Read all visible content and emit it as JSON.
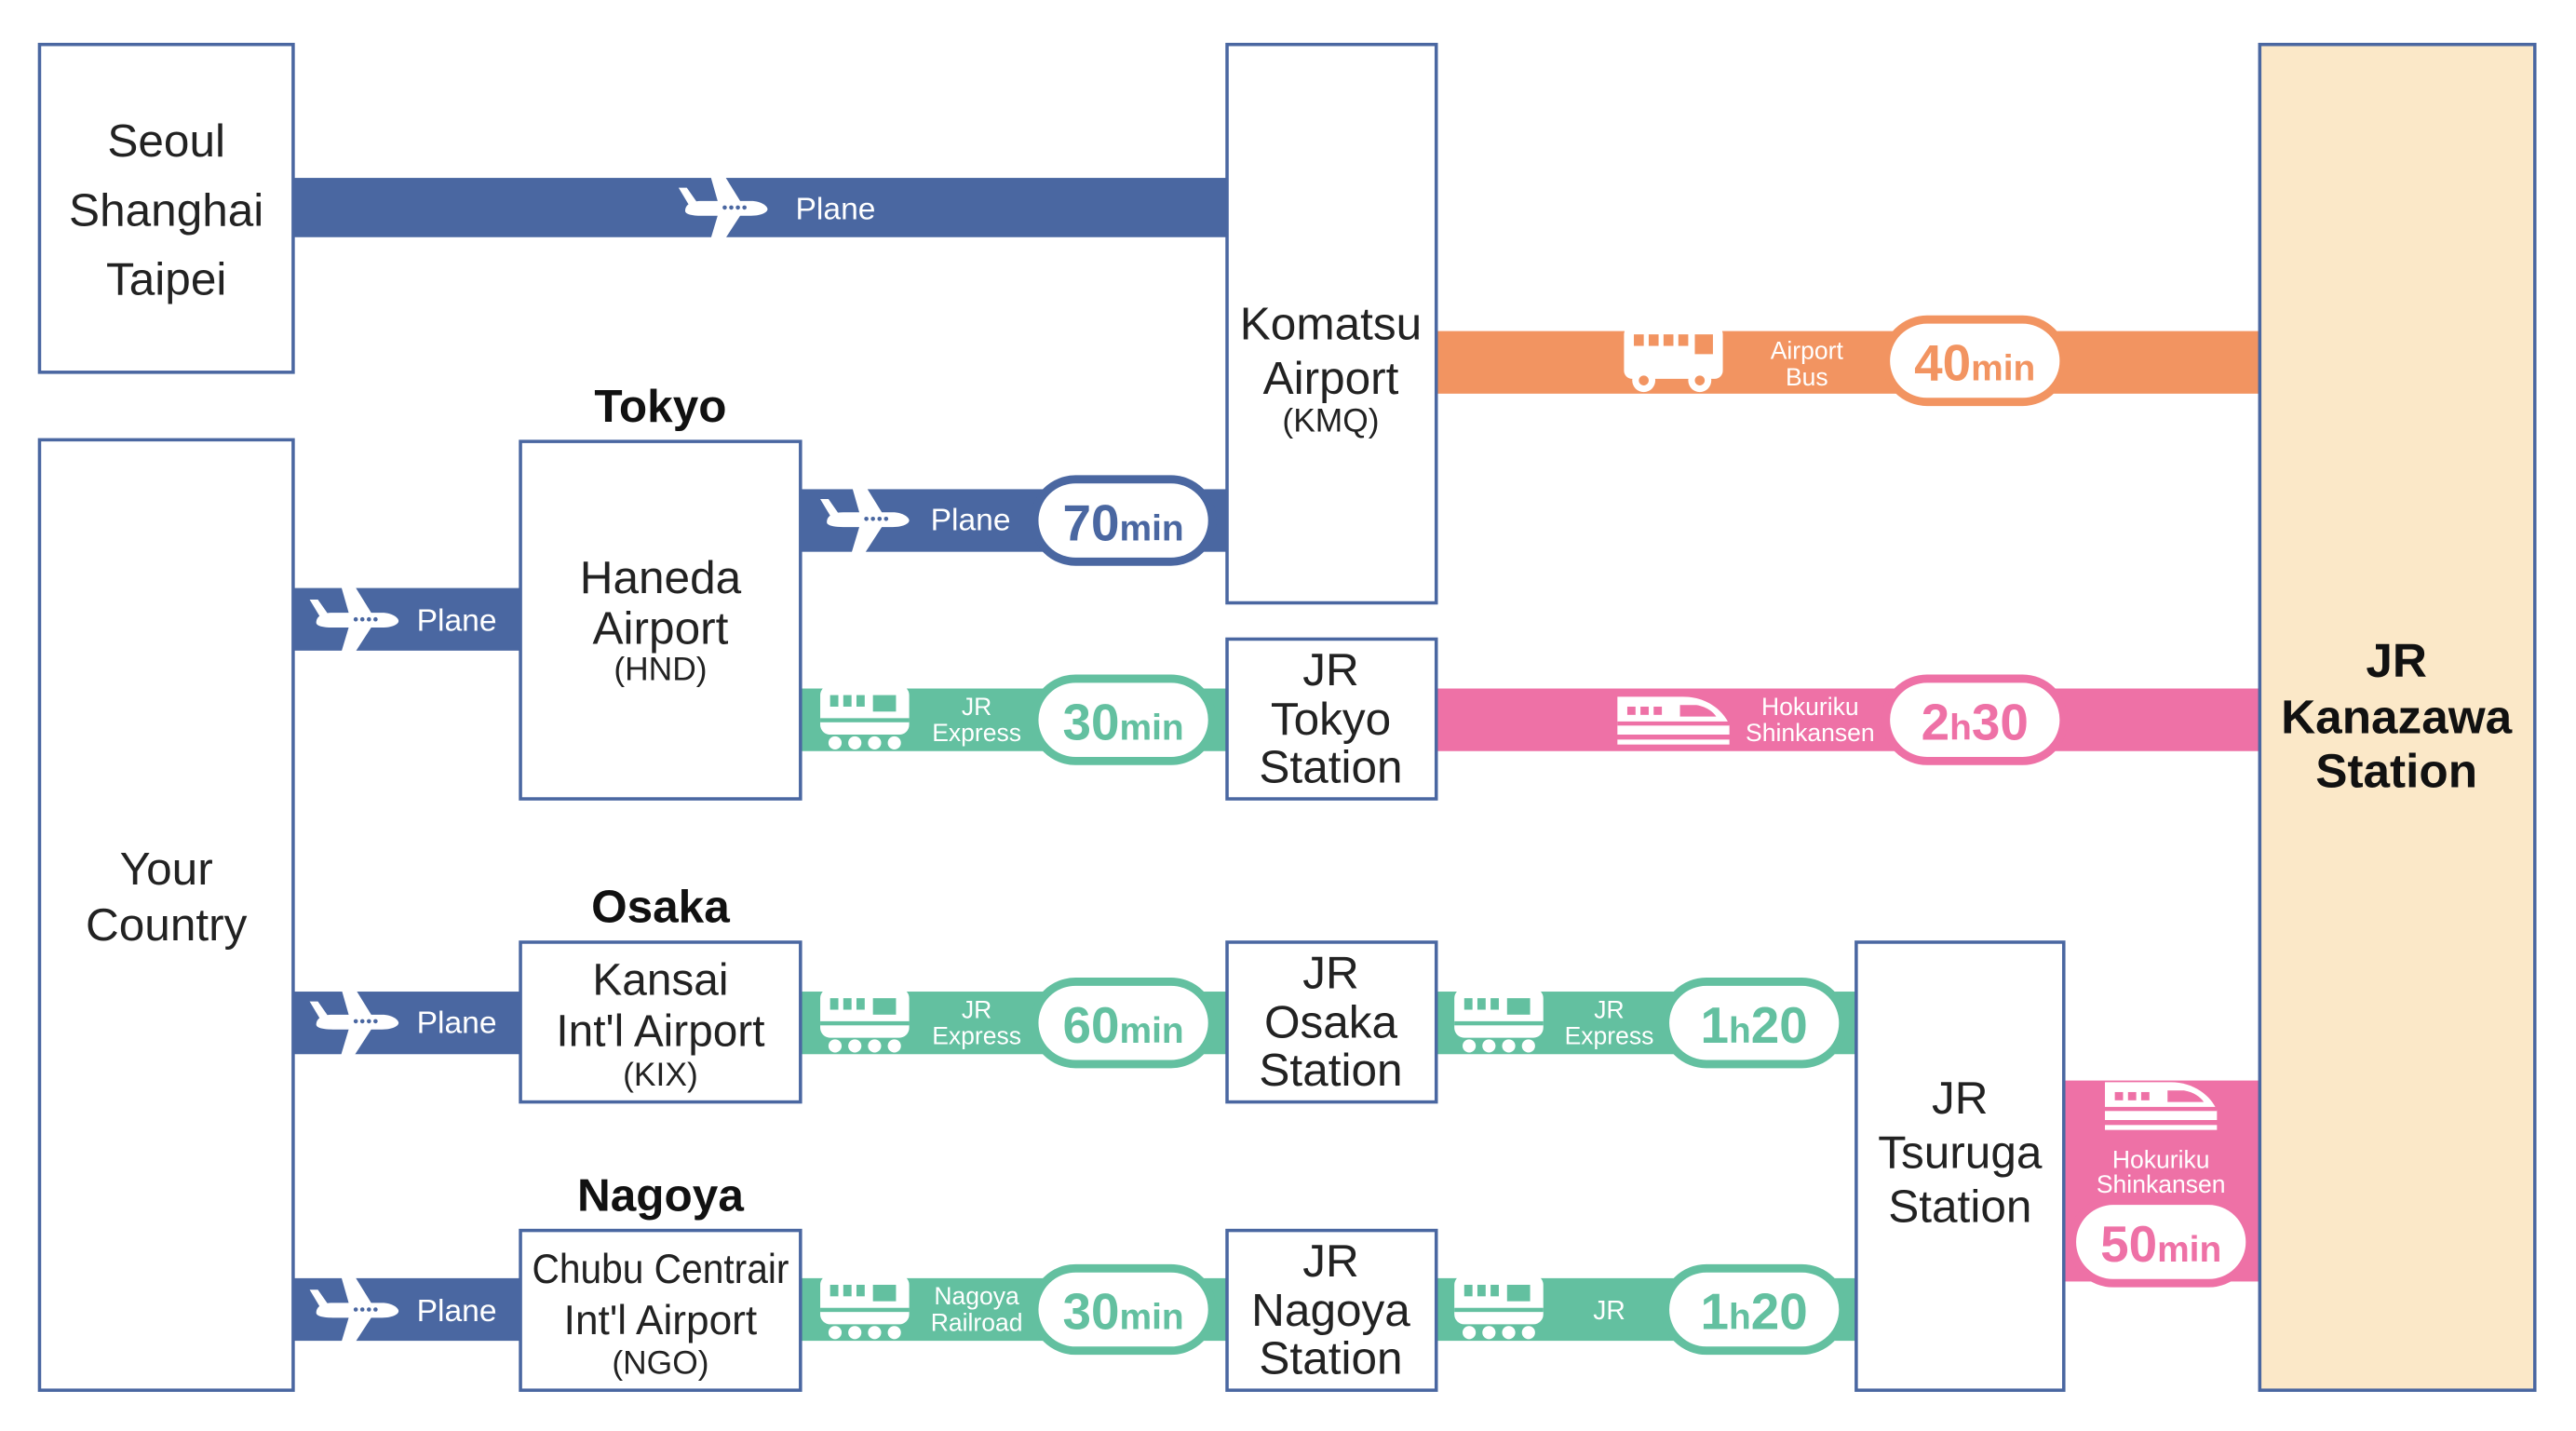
{
  "colors": {
    "plane": "#4a67a1",
    "bus": "#f29461",
    "shinkansen": "#ee71a6",
    "train": "#63c0a0",
    "destination_fill": "#fbe8c8",
    "box_border": "#4a67a1"
  },
  "icons": [
    "plane-icon",
    "bus-icon",
    "train-icon",
    "shinkansen-icon"
  ],
  "origins": {
    "asia": [
      "Seoul",
      "Shanghai",
      "Taipei"
    ],
    "your_country": [
      "Your",
      "Country"
    ]
  },
  "cities": {
    "tokyo": "Tokyo",
    "osaka": "Osaka",
    "nagoya": "Nagoya"
  },
  "airports": {
    "haneda": {
      "lines": [
        "Haneda",
        "Airport"
      ],
      "code": "(HND)"
    },
    "kansai": {
      "lines": [
        "Kansai",
        "Int'l Airport"
      ],
      "code": "(KIX)"
    },
    "chubu": {
      "lines": [
        "Chubu Centrair",
        "Int'l Airport"
      ],
      "code": "(NGO)"
    },
    "komatsu": {
      "lines": [
        "Komatsu",
        "Airport"
      ],
      "code": "(KMQ)"
    }
  },
  "stations": {
    "tokyo": [
      "JR",
      "Tokyo",
      "Station"
    ],
    "osaka": [
      "JR",
      "Osaka",
      "Station"
    ],
    "nagoya": [
      "JR",
      "Nagoya",
      "Station"
    ],
    "tsuruga": [
      "JR",
      "Tsuruga",
      "Station"
    ],
    "kanazawa": [
      "JR",
      "Kanazawa",
      "Station"
    ]
  },
  "routes": {
    "asia_plane": {
      "mode": "Plane"
    },
    "country_haneda": {
      "mode": "Plane"
    },
    "country_kansai": {
      "mode": "Plane"
    },
    "country_chubu": {
      "mode": "Plane"
    },
    "haneda_komatsu": {
      "mode": [
        "Plane"
      ],
      "time_num": "70",
      "time_unit": "min"
    },
    "komatsu_kanazawa": {
      "mode": [
        "Airport",
        "Bus"
      ],
      "time_num": "40",
      "time_unit": "min"
    },
    "haneda_tokyo": {
      "mode": [
        "JR",
        "Express"
      ],
      "time_num": "30",
      "time_unit": "min"
    },
    "tokyo_kanazawa": {
      "mode": [
        "Hokuriku",
        "Shinkansen"
      ],
      "time_h": "2",
      "time_unit": "h",
      "time_m": "30"
    },
    "kansai_osaka": {
      "mode": [
        "JR",
        "Express"
      ],
      "time_num": "60",
      "time_unit": "min"
    },
    "osaka_tsuruga": {
      "mode": [
        "JR",
        "Express"
      ],
      "time_h": "1",
      "time_unit": "h",
      "time_m": "20"
    },
    "chubu_nagoya": {
      "mode": [
        "Nagoya",
        "Railroad"
      ],
      "time_num": "30",
      "time_unit": "min"
    },
    "nagoya_tsuruga": {
      "mode": [
        "JR"
      ],
      "time_h": "1",
      "time_unit": "h",
      "time_m": "20"
    },
    "tsuruga_kanazawa": {
      "mode": [
        "Hokuriku",
        "Shinkansen"
      ],
      "time_num": "50",
      "time_unit": "min"
    }
  }
}
